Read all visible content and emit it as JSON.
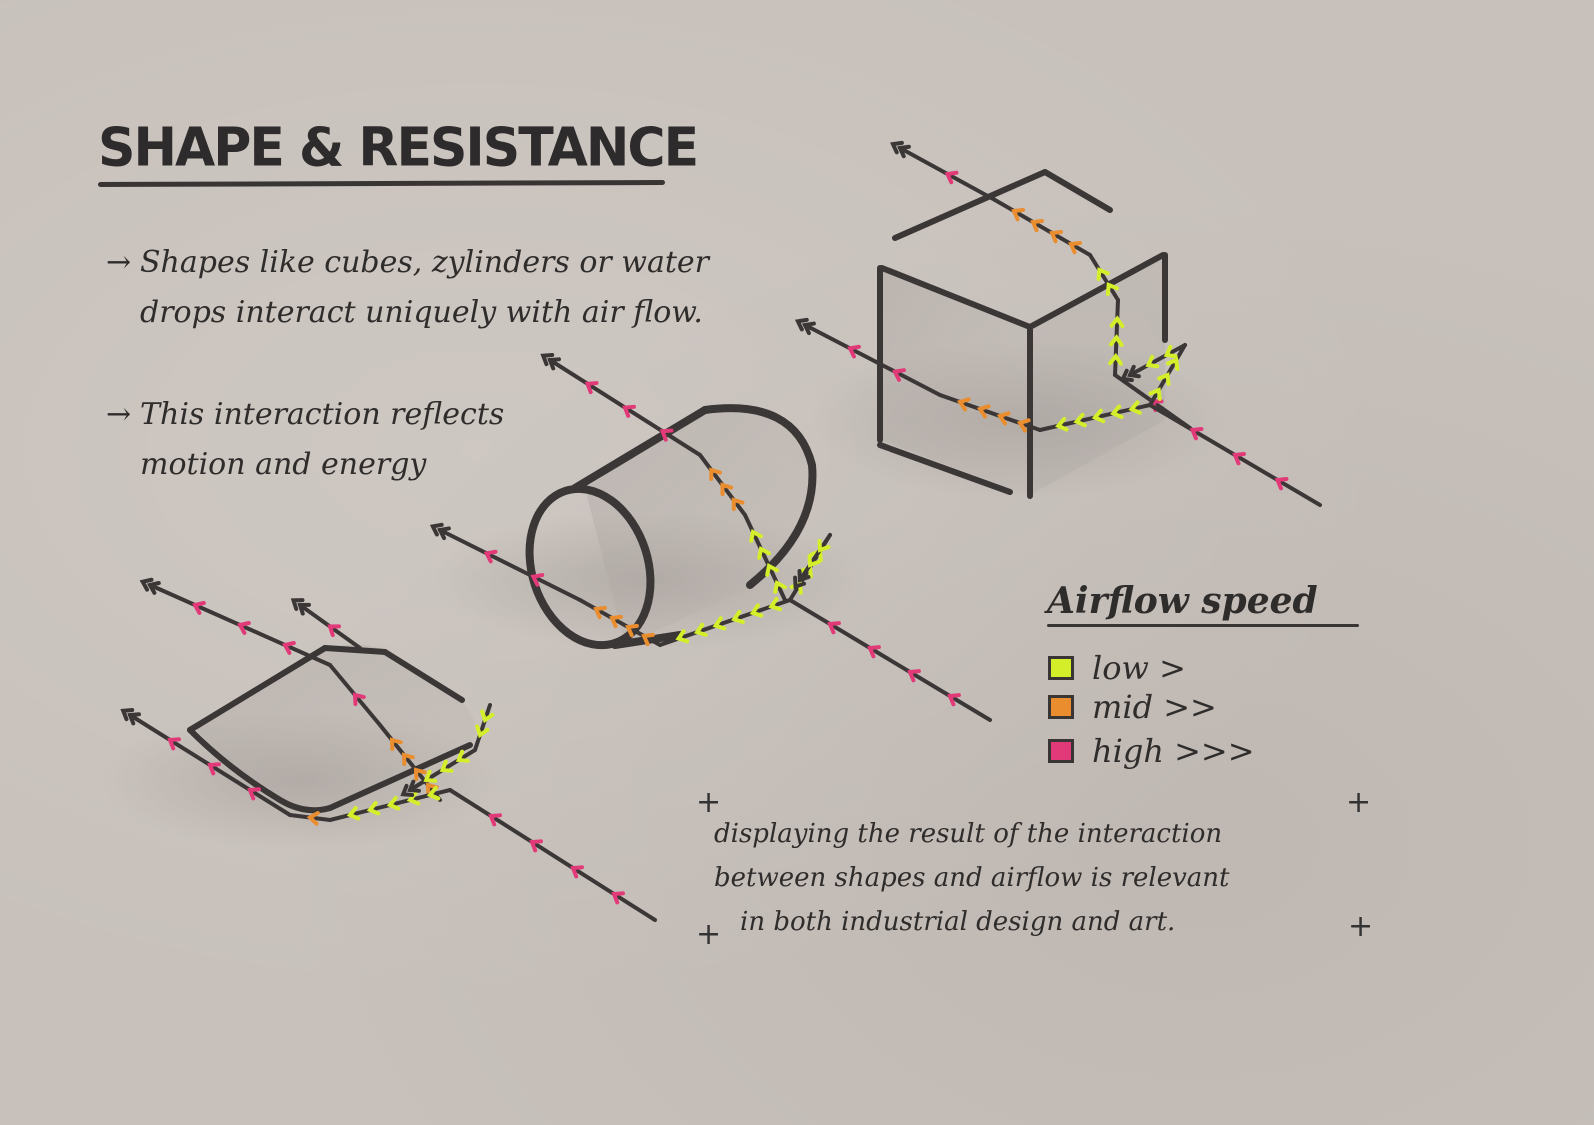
{
  "title": "SHAPE & RESISTANCE",
  "notes": {
    "note1_line1": "Shapes like cubes, zylinders or water",
    "note1_line2": "drops interact uniquely with air flow.",
    "note2_line1": "This interaction reflects",
    "note2_line2": "motion and energy",
    "bullet_glyph": "→"
  },
  "legend": {
    "title": "Airflow speed",
    "items": [
      {
        "label": "low >",
        "color": "#d4ee2a"
      },
      {
        "label": "mid >>",
        "color": "#e98d2f"
      },
      {
        "label": "high >>>",
        "color": "#e23a78"
      }
    ]
  },
  "caption": {
    "line1": "displaying the result of the interaction",
    "line2": "between shapes and airflow is relevant",
    "line3": "in both industrial design and art."
  },
  "corner_mark": "+",
  "colors": {
    "paper": "#c8c1bb",
    "ink": "#2f2c2c",
    "low": "#d4ee2a",
    "mid": "#e98d2f",
    "high": "#e23a78"
  },
  "shapes": [
    "cube",
    "cylinder",
    "water-drop"
  ]
}
